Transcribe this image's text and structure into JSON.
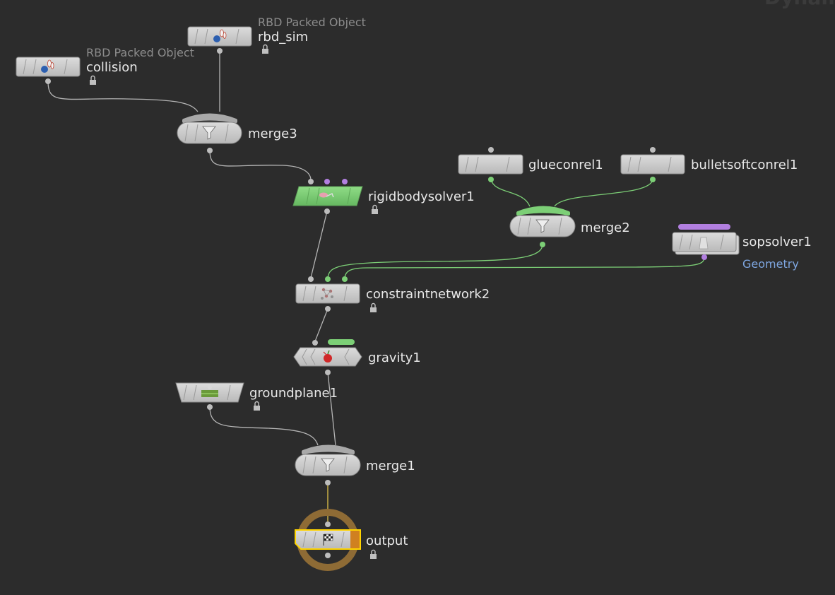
{
  "network_title": "Dynam",
  "colors": {
    "background": "#2c2c2c",
    "node_body": "#c9c9c9",
    "wire": "#b4b4b4",
    "wire_green": "#7ccf76",
    "wire_purple": "#b27fe0",
    "solver_green": "#7ccf76",
    "bypass_purple": "#b27fe0",
    "output_flag": "#d08020",
    "output_ring": "#8e6b35",
    "selection": "#ffd400",
    "context_blue": "#7ea6e0"
  },
  "nodes": {
    "rbd_sim": {
      "name": "rbd_sim",
      "comment": "RBD Packed Object",
      "icon": "rbd-packed-object-icon"
    },
    "collision": {
      "name": "collision",
      "comment": "RBD Packed Object",
      "icon": "rbd-packed-object-icon"
    },
    "merge3": {
      "name": "merge3",
      "icon": "merge-funnel-icon"
    },
    "rigidbodysolver1": {
      "name": "rigidbodysolver1",
      "icon": "rigidbody-solver-icon"
    },
    "glueconrel1": {
      "name": "glueconrel1"
    },
    "bulletsoftconrel1": {
      "name": "bulletsoftconrel1"
    },
    "merge2": {
      "name": "merge2",
      "icon": "merge-funnel-icon"
    },
    "sopsolver1": {
      "name": "sopsolver1",
      "context": "Geometry",
      "icon": "sop-solver-icon"
    },
    "constraintnetwork2": {
      "name": "constraintnetwork2",
      "icon": "constraint-network-icon"
    },
    "gravity1": {
      "name": "gravity1",
      "icon": "gravity-apple-icon"
    },
    "groundplane1": {
      "name": "groundplane1",
      "icon": "groundplane-icon"
    },
    "merge1": {
      "name": "merge1",
      "icon": "merge-funnel-icon"
    },
    "output": {
      "name": "output",
      "icon": "output-flag-icon"
    }
  }
}
